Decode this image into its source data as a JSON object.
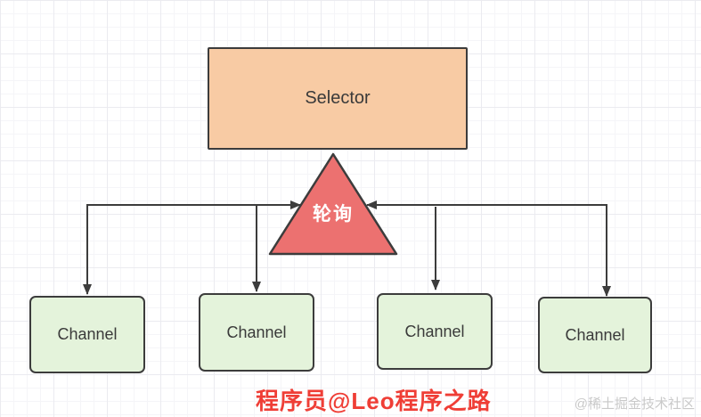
{
  "diagram": {
    "selector": {
      "label": "Selector",
      "fill": "#F8CBA4"
    },
    "poller": {
      "label": "轮询",
      "fill": "#EC7170",
      "text_color": "#FFFFFF"
    },
    "channels": [
      {
        "label": "Channel"
      },
      {
        "label": "Channel"
      },
      {
        "label": "Channel"
      },
      {
        "label": "Channel"
      }
    ],
    "channel_fill": "#E4F3DB",
    "node_border_color": "#3C3C3C",
    "edge_color": "#3C3C3C"
  },
  "watermarks": {
    "author": "程序员@Leo程序之路",
    "author_color": "#EF3E36",
    "community": "@稀土掘金技术社区",
    "community_color": "#C9C9C9"
  }
}
